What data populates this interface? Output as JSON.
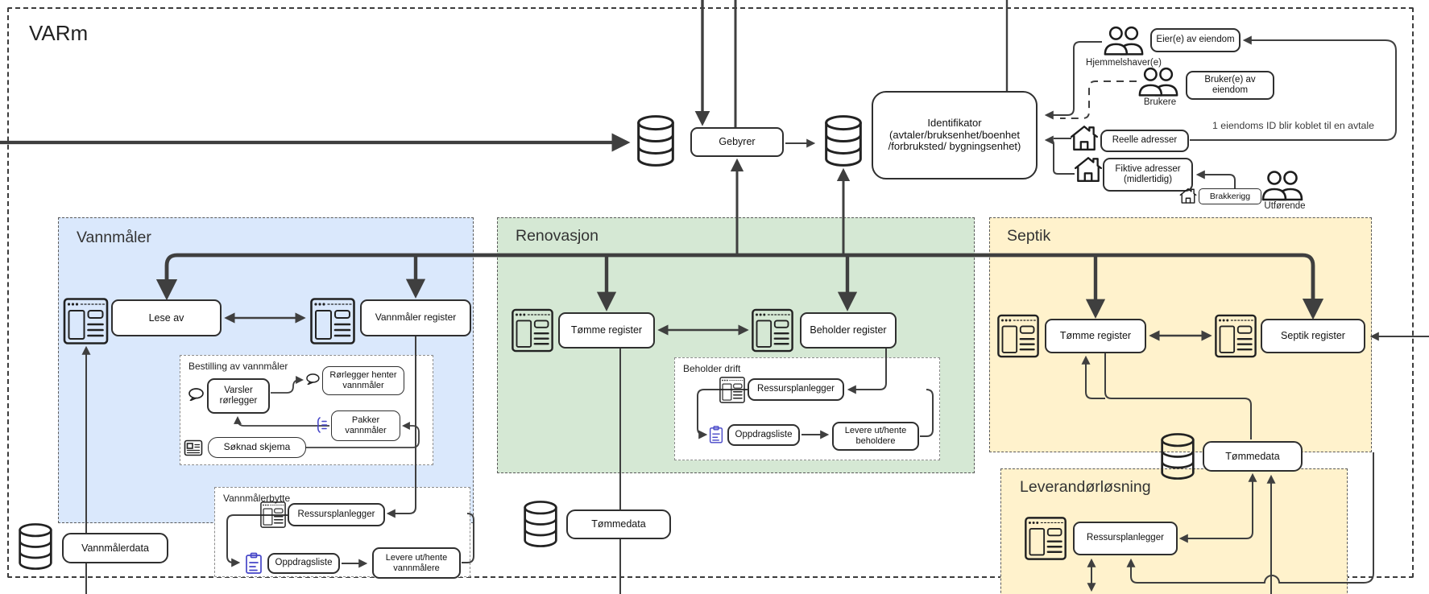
{
  "title": "VARm",
  "top": {
    "gebyrer": "Gebyrer",
    "identifikator": "Identifikator (avtaler/bruksenhet/boenhet /forbruksted/ bygningsenhet)",
    "note": "1 eiendoms ID blir koblet til en avtale"
  },
  "actors": {
    "hjemmelshaver": "Hjemmelshaver(e)",
    "eier": "Eier(e) av eiendom",
    "brukere": "Brukere",
    "bruker_av": "Bruker(e) av eiendom",
    "reelle": "Reelle adresser",
    "fiktive": "Fiktive adresser (midlertidig)",
    "brakkerigg": "Brakkerigg",
    "utforende": "Utførende"
  },
  "vannmaler": {
    "title": "Vannmåler",
    "lese_av": "Lese av",
    "register": "Vannmåler register",
    "data": "Vannmålerdata",
    "bestilling": {
      "title": "Bestilling av vannmåler",
      "varsler": "Varsler rørlegger",
      "henter": "Rørlegger henter vannmåler",
      "pakker": "Pakker vannmåler",
      "soknad": "Søknad skjema"
    },
    "bytte": {
      "title": "Vannmålerbytte",
      "ressursplanlegger": "Ressursplanlegger",
      "oppdragsliste": "Oppdragsliste",
      "levere": "Levere ut/hente vannmålere"
    }
  },
  "renovasjon": {
    "title": "Renovasjon",
    "tomme_register": "Tømme register",
    "beholder_register": "Beholder register",
    "tommedata": "Tømmedata",
    "drift": {
      "title": "Beholder drift",
      "ressursplanlegger": "Ressursplanlegger",
      "oppdragsliste": "Oppdragsliste",
      "levere": "Levere ut/hente beholdere"
    }
  },
  "septik": {
    "title": "Septik",
    "tomme_register": "Tømme register",
    "register": "Septik register",
    "tommedata": "Tømmedata"
  },
  "leverandor": {
    "title": "Leverandørløsning",
    "ressursplanlegger": "Ressursplanlegger"
  },
  "colors": {
    "vannmaler_fill": "#dae8fc",
    "renovasjon_fill": "#d5e8d4",
    "septik_fill": "#fff2cc",
    "line": "#3f3f3f",
    "icon_accent": "#4646c8"
  }
}
